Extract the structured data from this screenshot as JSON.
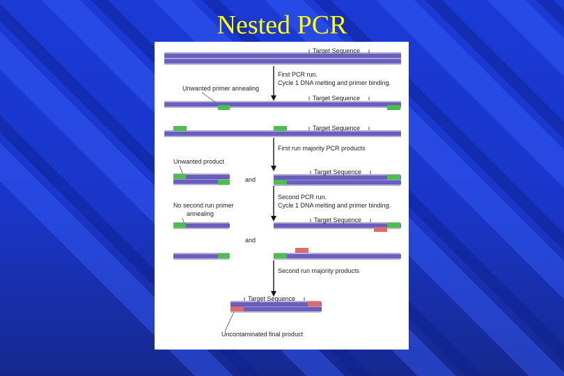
{
  "slide": {
    "title": "Nested PCR"
  },
  "colors": {
    "background": "#1a36c9",
    "title": "#ffff00",
    "strand": "#6a5fc0",
    "strand_dark": "#4a3f9a",
    "primer_outer": "#4ac04a",
    "primer_inner": "#e06a6a"
  },
  "figure": {
    "labels": {
      "target_sequence": "Target Sequence",
      "first_run": "First PCR run.",
      "cycle_melting": "Cycle 1 DNA melting and primer binding.",
      "unwanted_annealing": "Unwanted primer annealing",
      "first_run_products": "First run majority PCR products",
      "unwanted_product": "Unwanted product",
      "and": "and",
      "second_run": "Second PCR run.",
      "no_second_annealing_1": "No second run primer",
      "no_second_annealing_2": "annealing",
      "second_run_products": "Second run majority products",
      "final_product": "Uncontaminated final product"
    }
  }
}
